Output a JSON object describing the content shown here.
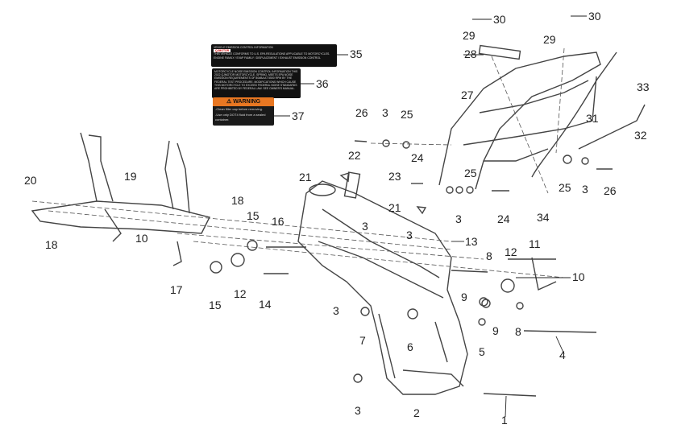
{
  "stickers": {
    "s35": {
      "title": "VEHICLE EMISSION CONTROL INFORMATION",
      "brand": "QJMOTOR",
      "body": "THIS VEHICLE CONFORMS TO U.S. EPA REGULATIONS APPLICABLE TO MOTORCYCLES. ENGINE FAMILY / EVAP FAMILY / DISPLACEMENT / EXHAUST EMISSION CONTROL"
    },
    "s36": {
      "body": "MOTORCYCLE NOISE EMISSION CONTROL INFORMATION THIS 2022 QJMOTOR MOTORCYCLE, SPRING, MEETS EPA NOISE EMISSION REQUIREMENTS OF 80dBA AT 5500 RPM BY THE FEDERAL TEST PROCEDURE. MODIFICATIONS WHICH CAUSE THIS MOTORCYCLE TO EXCEED FEDERAL NOISE STANDARDS ARE PROHIBITED BY FEDERAL LAW. SEE OWNER'S MANUAL."
    },
    "s37": {
      "header": "WARNING",
      "line1": "-Clean filler cap before removing.",
      "line2": "-Use only DOT4 fluid from a sealed container.",
      "accent": "#e87722"
    }
  },
  "callouts": [
    "30",
    "30",
    "29",
    "29",
    "28",
    "35",
    "36",
    "37",
    "27",
    "33",
    "31",
    "32",
    "26",
    "3",
    "25",
    "22",
    "23",
    "25",
    "24",
    "21",
    "21",
    "3",
    "24",
    "34",
    "25",
    "3",
    "26",
    "20",
    "19",
    "18",
    "18",
    "15",
    "16",
    "10",
    "13",
    "3",
    "3",
    "11",
    "12",
    "8",
    "10",
    "9",
    "17",
    "15",
    "12",
    "14",
    "3",
    "9",
    "8",
    "7",
    "6",
    "5",
    "4",
    "3",
    "2",
    "1"
  ]
}
